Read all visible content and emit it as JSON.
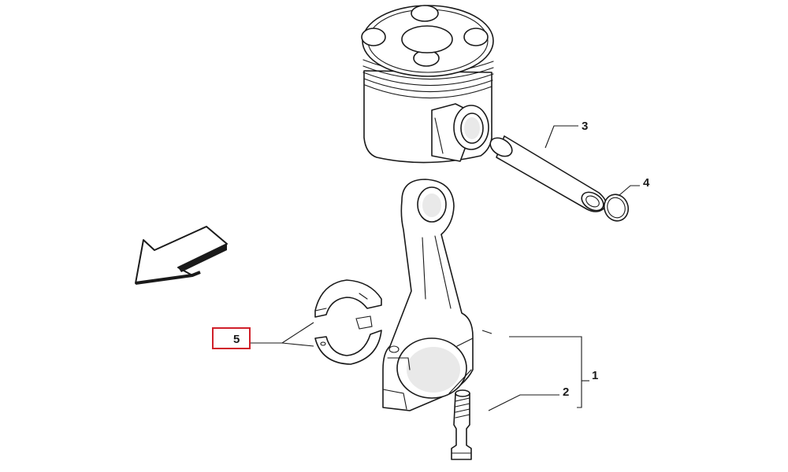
{
  "callouts": {
    "conrod_assembly": "1",
    "bolt": "2",
    "piston_pin": "3",
    "circlip": "4",
    "bearing_shells": "5"
  },
  "colors": {
    "line": "#1a1a1a",
    "highlight_box": "#d0202a",
    "background": "#ffffff"
  },
  "icons": {
    "direction_arrow": "front-direction-arrow-icon"
  }
}
